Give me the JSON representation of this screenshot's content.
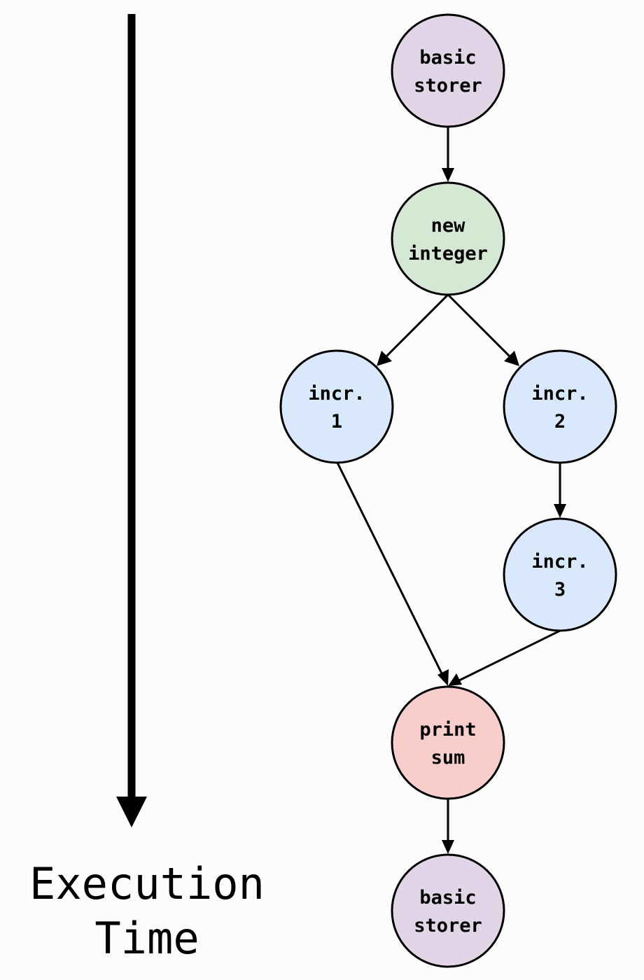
{
  "colors": {
    "storer": "#e1d5e7",
    "create": "#d5e8d4",
    "increment": "#dae8fc",
    "print": "#f8cecc",
    "stroke": "#000000",
    "background": "#fcfcfc"
  },
  "axis": {
    "label_line1": "Execution",
    "label_line2": "Time"
  },
  "nodes": {
    "storer_top": {
      "line1": "basic",
      "line2": "storer"
    },
    "new_integer": {
      "line1": "new",
      "line2": "integer"
    },
    "incr_1": {
      "line1": "incr.",
      "line2": "1"
    },
    "incr_2": {
      "line1": "incr.",
      "line2": "2"
    },
    "incr_3": {
      "line1": "incr.",
      "line2": "3"
    },
    "print_sum": {
      "line1": "print",
      "line2": "sum"
    },
    "storer_bottom": {
      "line1": "basic",
      "line2": "storer"
    }
  },
  "edges": [
    {
      "from": "storer_top",
      "to": "new_integer"
    },
    {
      "from": "new_integer",
      "to": "incr_1"
    },
    {
      "from": "new_integer",
      "to": "incr_2"
    },
    {
      "from": "incr_2",
      "to": "incr_3"
    },
    {
      "from": "incr_1",
      "to": "print_sum"
    },
    {
      "from": "incr_3",
      "to": "print_sum"
    },
    {
      "from": "print_sum",
      "to": "storer_bottom"
    }
  ]
}
